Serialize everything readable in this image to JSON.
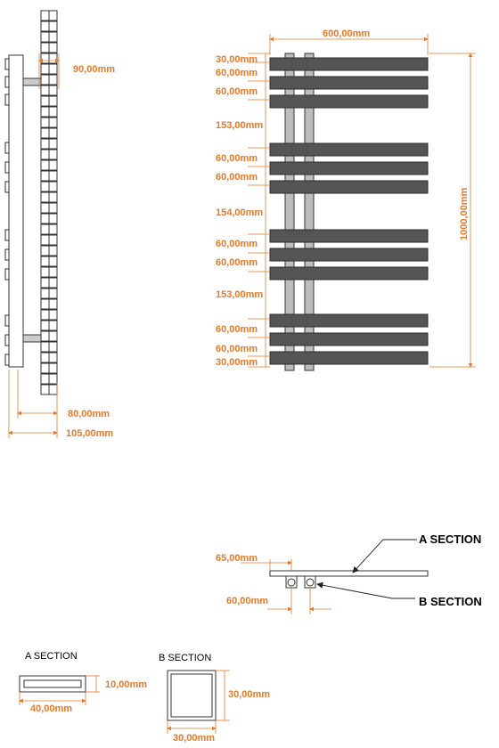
{
  "colors": {
    "dimension": "#e07a2e",
    "bar": "#555555",
    "line": "#333333",
    "pipe": "#b9b9b9"
  },
  "side_view": {
    "dim_top": "90,00mm",
    "dim_bottom_inner": "80,00mm",
    "dim_bottom_outer": "105,00mm"
  },
  "front_view": {
    "width": "600,00mm",
    "height": "1000,00mm",
    "spacings": [
      "30,00mm",
      "60,00mm",
      "60,00mm",
      "153,00mm",
      "60,00mm",
      "60,00mm",
      "154,00mm",
      "60,00mm",
      "60,00mm",
      "153,00mm",
      "60,00mm",
      "60,00mm",
      "30,00mm"
    ]
  },
  "top_view": {
    "dim_top": "65,00mm",
    "dim_bottom": "60,00mm",
    "section_a_label": "A SECTION",
    "section_b_label": "B SECTION"
  },
  "section_a": {
    "title": "A SECTION",
    "width": "40,00mm",
    "height": "10,00mm"
  },
  "section_b": {
    "title": "B SECTION",
    "width": "30,00mm",
    "height": "30,00mm"
  }
}
